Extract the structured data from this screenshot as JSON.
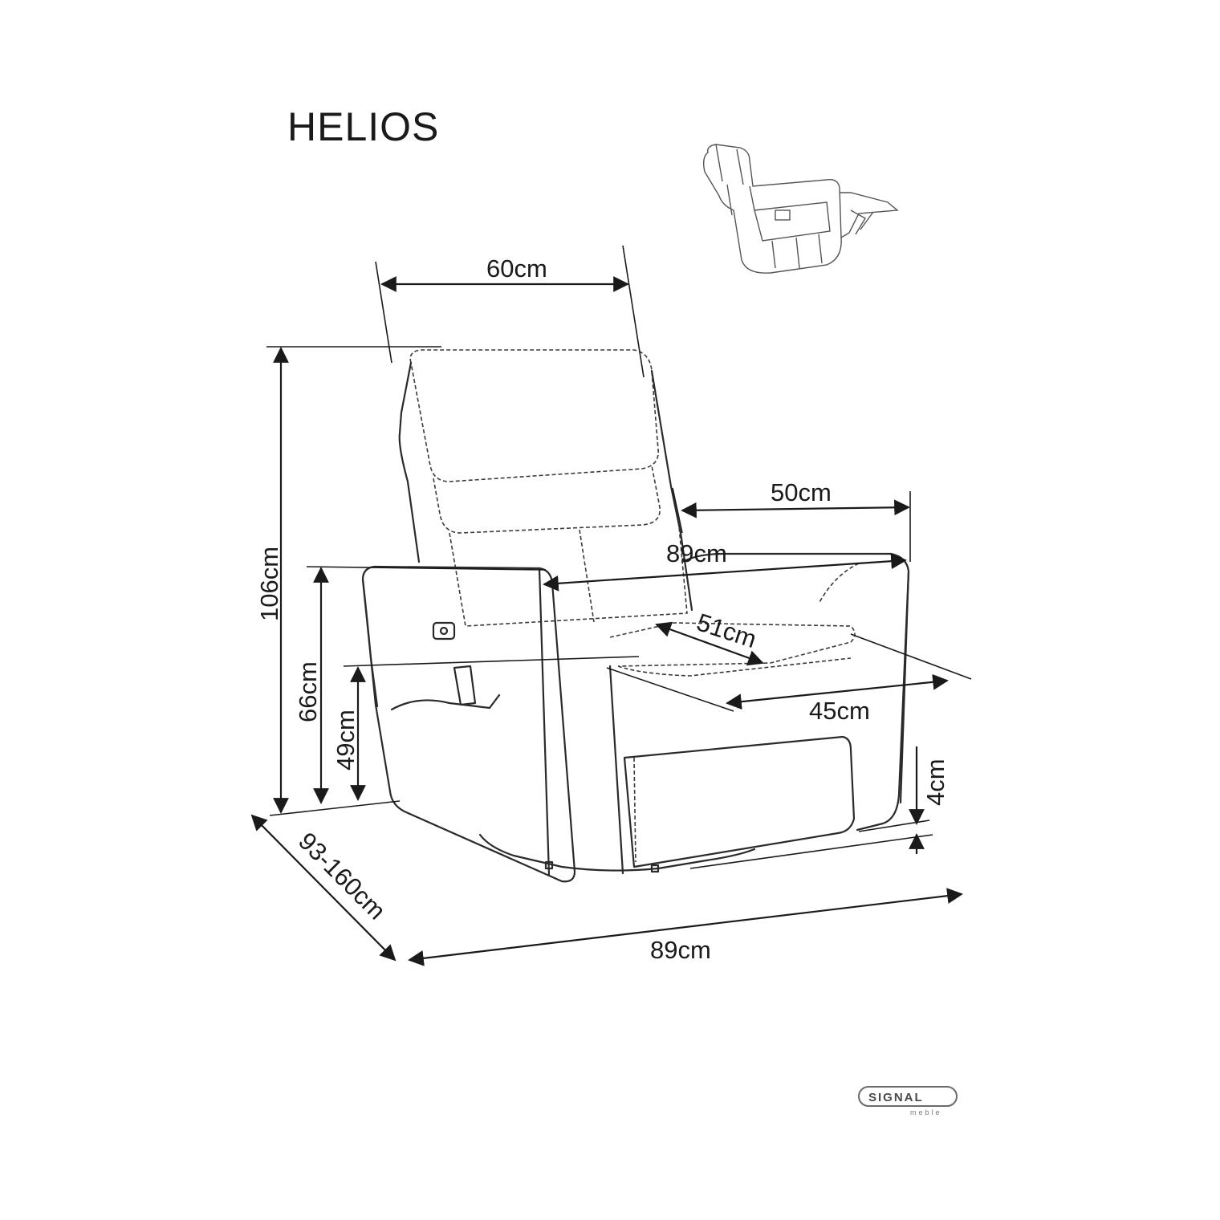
{
  "title": "HELIOS",
  "dimensions": {
    "backrest_width": "60cm",
    "seat_depth_top": "50cm",
    "overall_width_top": "89cm",
    "seat_depth": "51cm",
    "seat_width": "45cm",
    "total_height": "106cm",
    "armrest_height": "66cm",
    "seat_height": "49cm",
    "ground_clearance": "4cm",
    "depth_range": "93-160cm",
    "overall_width_bottom": "89cm"
  },
  "logo": {
    "brand": "SIGNAL",
    "sub": "meble"
  }
}
